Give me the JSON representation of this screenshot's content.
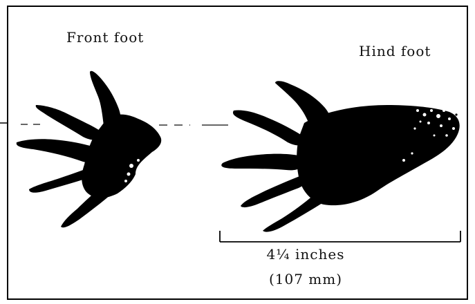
{
  "labels": {
    "front_foot": "Front foot",
    "hind_foot": "Hind foot",
    "measurement_inches": "4¼ inches",
    "measurement_mm": "(107 mm)"
  },
  "colors": {
    "ink": "#000000",
    "paper": "#ffffff",
    "frame": "#000000"
  }
}
